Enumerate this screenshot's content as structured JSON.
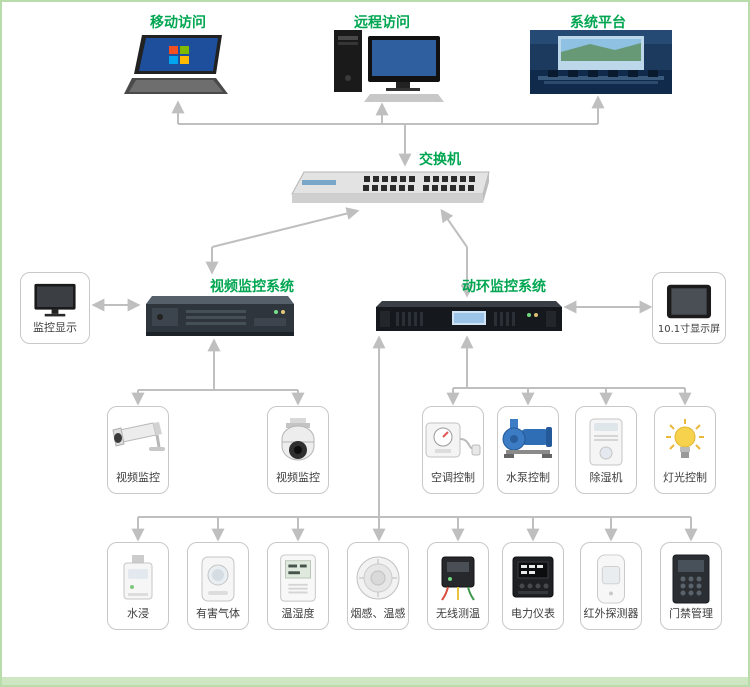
{
  "colors": {
    "accent_green": "#00a651",
    "arrow_gray": "#bfbfbf",
    "frame_green": "#b9dcab"
  },
  "nodes": {
    "mobile_access": {
      "label": "移动访问"
    },
    "remote_access": {
      "label": "远程访问"
    },
    "system_platform": {
      "label": "系统平台"
    },
    "switch": {
      "label": "交换机"
    },
    "video_system": {
      "label": "视频监控系统"
    },
    "env_system": {
      "label": "动环监控系统"
    },
    "monitor_display": {
      "label": "监控显示"
    },
    "panel_display": {
      "label": "10.1寸显示屏"
    },
    "camera_bullet": {
      "label": "视频监控"
    },
    "camera_dome": {
      "label": "视频监控"
    },
    "ac_control": {
      "label": "空调控制"
    },
    "pump_control": {
      "label": "水泵控制"
    },
    "dehumidifier": {
      "label": "除湿机"
    },
    "light_control": {
      "label": "灯光控制"
    },
    "water_leak": {
      "label": "水浸"
    },
    "harmful_gas": {
      "label": "有害气体"
    },
    "temp_humidity": {
      "label": "温湿度"
    },
    "smoke_heat": {
      "label": "烟感、温感"
    },
    "wireless_temp": {
      "label": "无线测温"
    },
    "power_meter": {
      "label": "电力仪表"
    },
    "infrared_detector": {
      "label": "红外探测器"
    },
    "access_control": {
      "label": "门禁管理"
    }
  },
  "edges": [
    {
      "from": "mobile_access",
      "to": "switch",
      "bidirectional": true
    },
    {
      "from": "remote_access",
      "to": "switch",
      "bidirectional": true
    },
    {
      "from": "system_platform",
      "to": "switch",
      "bidirectional": true
    },
    {
      "from": "switch",
      "to": "video_system",
      "bidirectional": true
    },
    {
      "from": "switch",
      "to": "env_system",
      "bidirectional": true
    },
    {
      "from": "monitor_display",
      "to": "video_system",
      "bidirectional": true
    },
    {
      "from": "env_system",
      "to": "panel_display",
      "bidirectional": true
    },
    {
      "from": "camera_bullet",
      "to": "video_system"
    },
    {
      "from": "camera_dome",
      "to": "video_system"
    },
    {
      "from": "ac_control",
      "to": "env_system"
    },
    {
      "from": "pump_control",
      "to": "env_system"
    },
    {
      "from": "dehumidifier",
      "to": "env_system"
    },
    {
      "from": "light_control",
      "to": "env_system"
    },
    {
      "from": "water_leak",
      "to": "env_system"
    },
    {
      "from": "harmful_gas",
      "to": "env_system"
    },
    {
      "from": "temp_humidity",
      "to": "env_system"
    },
    {
      "from": "smoke_heat",
      "to": "env_system"
    },
    {
      "from": "wireless_temp",
      "to": "env_system"
    },
    {
      "from": "power_meter",
      "to": "env_system"
    },
    {
      "from": "infrared_detector",
      "to": "env_system"
    },
    {
      "from": "access_control",
      "to": "env_system"
    }
  ]
}
